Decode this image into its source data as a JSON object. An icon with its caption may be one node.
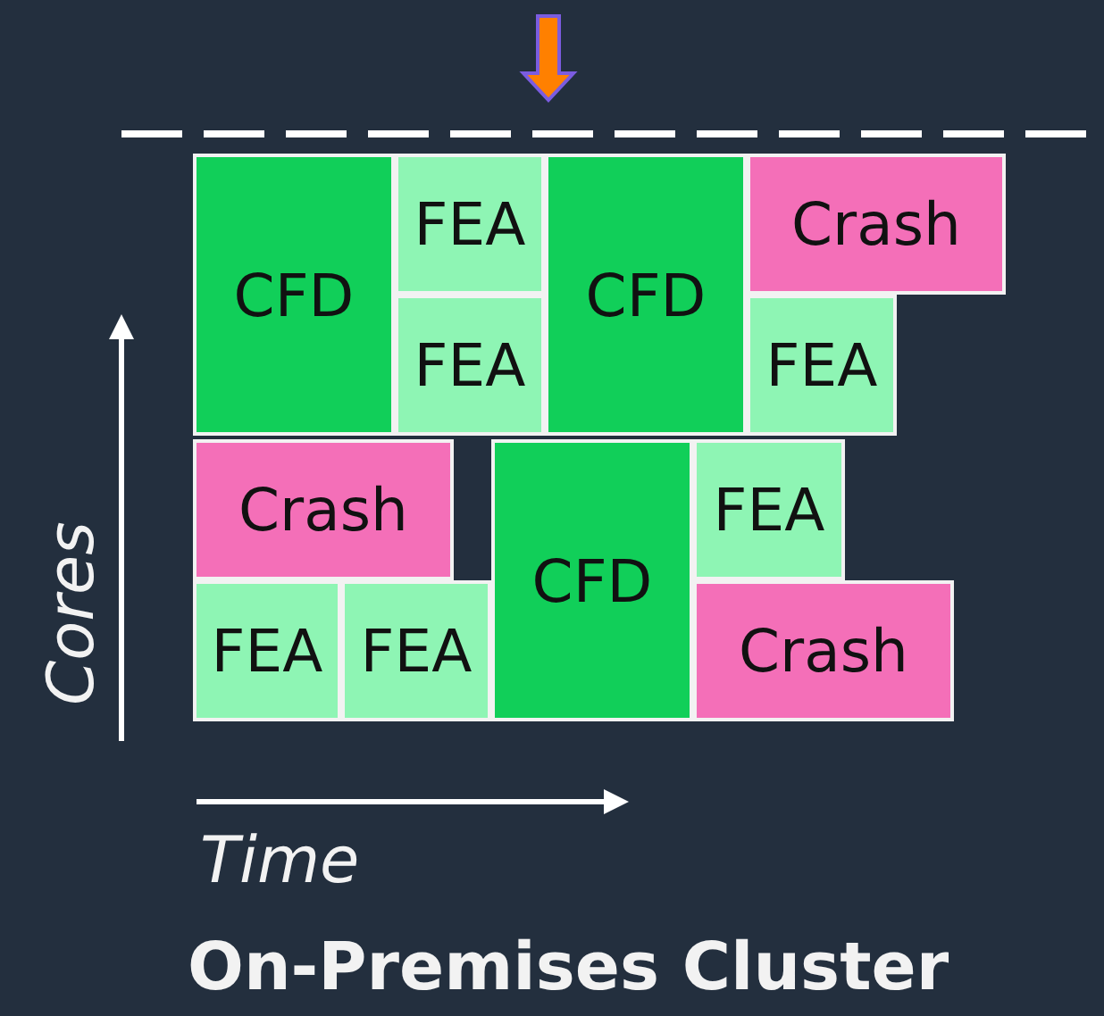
{
  "diagram": {
    "caption": "On-Premises Cluster",
    "nodes": [
      {
        "text": [
          "CFD"
        ]
      },
      {
        "text": [
          "FEA"
        ]
      },
      {
        "text": [
          "CFD"
        ]
      },
      {
        "text": [
          "Crash"
        ]
      },
      {
        "text": [
          "FEA"
        ]
      },
      {
        "text": [
          "FEA"
        ]
      },
      {
        "text": [
          "Crash"
        ]
      },
      {
        "text": [
          "CFD"
        ]
      },
      {
        "text": [
          "FEA"
        ]
      },
      {
        "text": [
          "FEA"
        ]
      },
      {
        "text": [
          "FEA"
        ]
      },
      {
        "text": [
          "Crash"
        ]
      }
    ],
    "labels": [
      "Cores",
      "Time"
    ]
  }
}
